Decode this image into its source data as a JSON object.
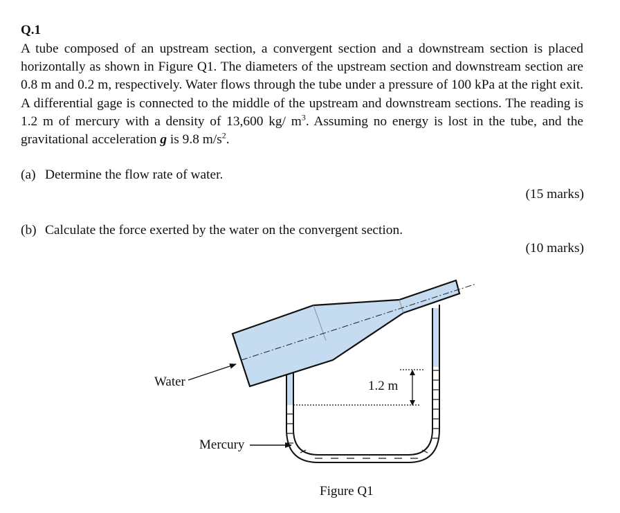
{
  "question": {
    "number": "Q.1",
    "paragraph": {
      "p1": "A tube composed of an upstream section, a convergent section and a downstream section is placed horizontally as shown in Figure Q1. The diameters of the upstream section and downstream section are 0.8 m and 0.2 m, respectively. Water flows through the tube under a pressure of 100 kPa at the right exit. A differential gage is connected to the middle of the upstream and downstream sections. The reading is 1.2 m of mercury with a density of 13,600 kg/ m",
      "sup1": "3",
      "p2": ". Assuming no energy is lost in the tube, and the gravitational acceleration ",
      "g_symbol": "g",
      "p3": " is 9.8 m/s",
      "sup2": "2",
      "p4": "."
    },
    "part_a": {
      "label": "(a)",
      "text": "Determine the flow rate of water.",
      "marks": "(15 marks)"
    },
    "part_b": {
      "label": "(b)",
      "text": "Calculate the force exerted by the water on the convergent section.",
      "marks": "(10 marks)"
    }
  },
  "figure": {
    "label_water": "Water",
    "label_mercury": "Mercury",
    "label_reading": "1.2 m",
    "caption": "Figure Q1",
    "colors": {
      "water_fill": "#c5dcf0",
      "outline": "#111111",
      "page_background": "#ffffff"
    }
  }
}
